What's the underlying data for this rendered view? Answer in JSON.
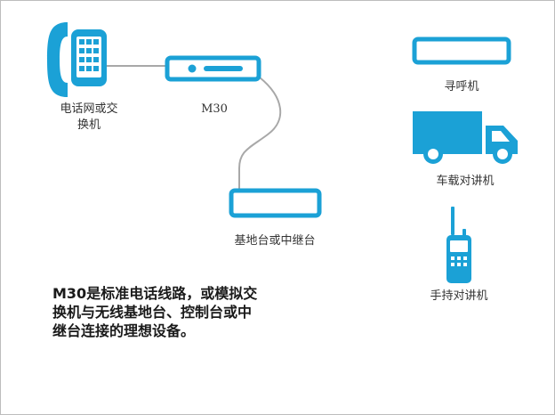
{
  "colors": {
    "accent": "#1ba1d6",
    "line": "#a8a8a8",
    "text": "#333333",
    "border": "#bdbdbd"
  },
  "diagram": {
    "nodes": {
      "phone": {
        "label_line1": "电话网或交",
        "label_line2": "换机",
        "icon": "telephone-icon"
      },
      "m30": {
        "label": "M30",
        "icon": "m30-device-icon"
      },
      "base": {
        "label": "基地台或中继台",
        "icon": "base-station-icon"
      },
      "pager": {
        "label": "寻呼机",
        "icon": "pager-icon"
      },
      "truck": {
        "label": "车载对讲机",
        "icon": "truck-icon"
      },
      "handheld": {
        "label": "手持对讲机",
        "icon": "walkie-talkie-icon"
      }
    },
    "description": [
      "M30是标准电话线路，或模拟交",
      "换机与无线基地台、控制台或中",
      "继台连接的理想设备。"
    ]
  }
}
